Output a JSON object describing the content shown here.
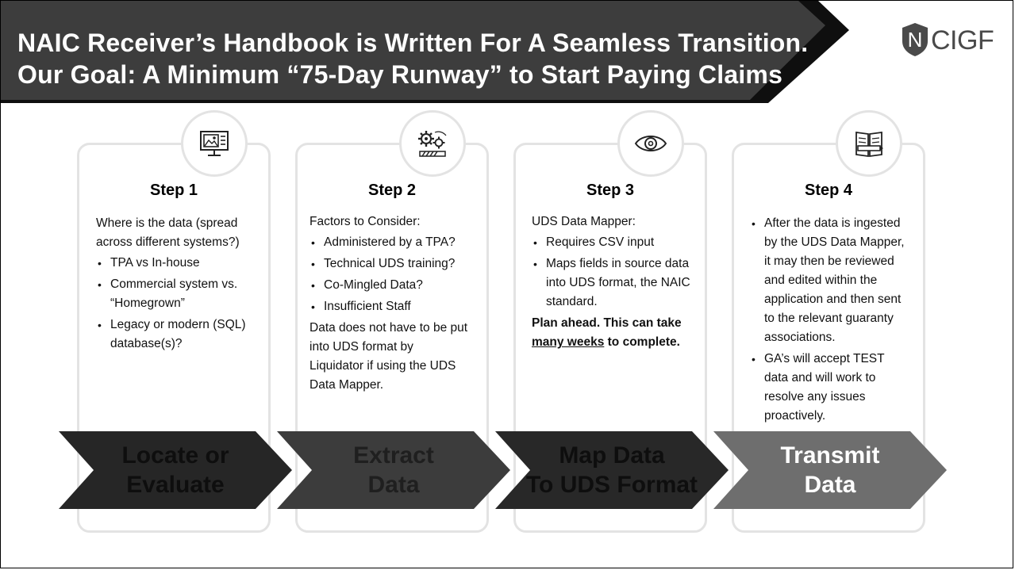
{
  "header": {
    "title_line1": "NAIC Receiver’s Handbook is Written For A Seamless Transition.",
    "title_line2": "Our Goal: A Minimum “75-Day Runway” to Start Paying Claims"
  },
  "logo": {
    "text": "CIGF",
    "initial": "N"
  },
  "steps": [
    {
      "title": "Step 1",
      "icon": "image-monitor-icon",
      "intro": "Where is the data (spread across different systems?)",
      "bullets": [
        "TPA vs In-house",
        "Commercial system vs. “Homegrown”",
        "Legacy or modern (SQL) database(s)?"
      ],
      "chevron_line1": "Locate or",
      "chevron_line2": "Evaluate"
    },
    {
      "title": "Step 2",
      "icon": "gears-progress-icon",
      "intro": "Factors to Consider:",
      "bullets": [
        "Administered by a TPA?",
        "Technical UDS training?",
        "Co-Mingled Data?",
        "Insufficient Staff"
      ],
      "outro": "Data does not have to be put into UDS format by Liquidator if using the UDS Data Mapper.",
      "chevron_line1": "Extract",
      "chevron_line2": "Data"
    },
    {
      "title": "Step 3",
      "icon": "eye-icon",
      "intro": "UDS Data Mapper:",
      "bullets": [
        "Requires CSV input",
        "Maps fields in source data into UDS format, the NAIC standard."
      ],
      "note_part1": "Plan ahead. This can take",
      "note_underlined": "many weeks",
      "note_part2": " to complete.",
      "chevron_line1": "Map Data",
      "chevron_line2": "To UDS Format"
    },
    {
      "title": "Step 4",
      "icon": "book-pencil-icon",
      "bullets": [
        "After the data is ingested by the UDS Data Mapper, it may then be reviewed and edited within the application and then sent to the relevant guaranty associations.",
        "GA’s will accept TEST data and will work to resolve any issues proactively."
      ],
      "chevron_line1": "Transmit",
      "chevron_line2": "Data"
    }
  ]
}
